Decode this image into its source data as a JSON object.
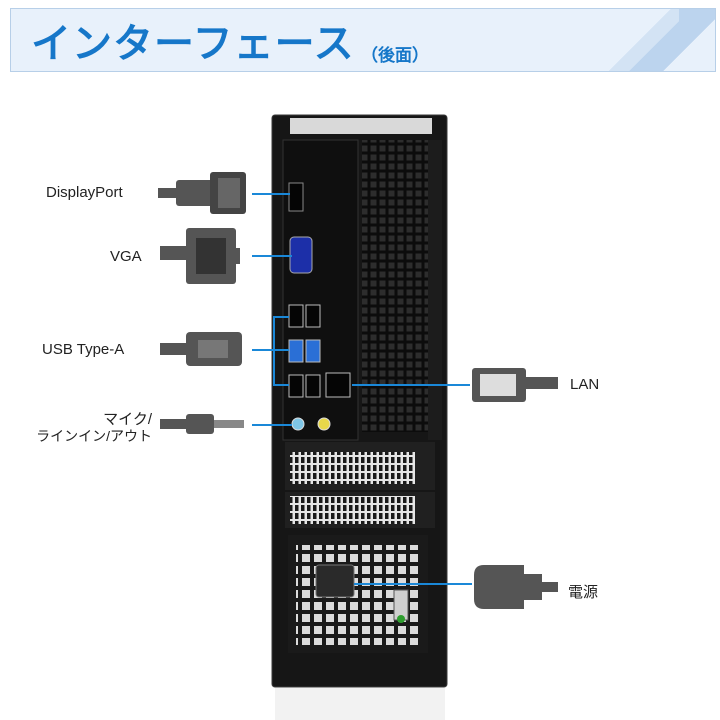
{
  "header": {
    "title": "インターフェース",
    "subtitle": "（後面）"
  },
  "ports": {
    "displayport": "DisplayPort",
    "vga": "VGA",
    "usb": "USB Type-A",
    "audio_line1": "マイク/",
    "audio_line2": "ラインイン/アウト",
    "lan": "LAN",
    "power": "電源"
  },
  "colors": {
    "accent": "#1677c9",
    "callout_line": "#1a88d8",
    "usb3_blue": "#2a6fd6",
    "case": "#161616"
  },
  "icons": [
    "displayport-connector-icon",
    "vga-connector-icon",
    "usb-connector-icon",
    "audio-jack-icon",
    "lan-connector-icon",
    "power-connector-icon"
  ]
}
